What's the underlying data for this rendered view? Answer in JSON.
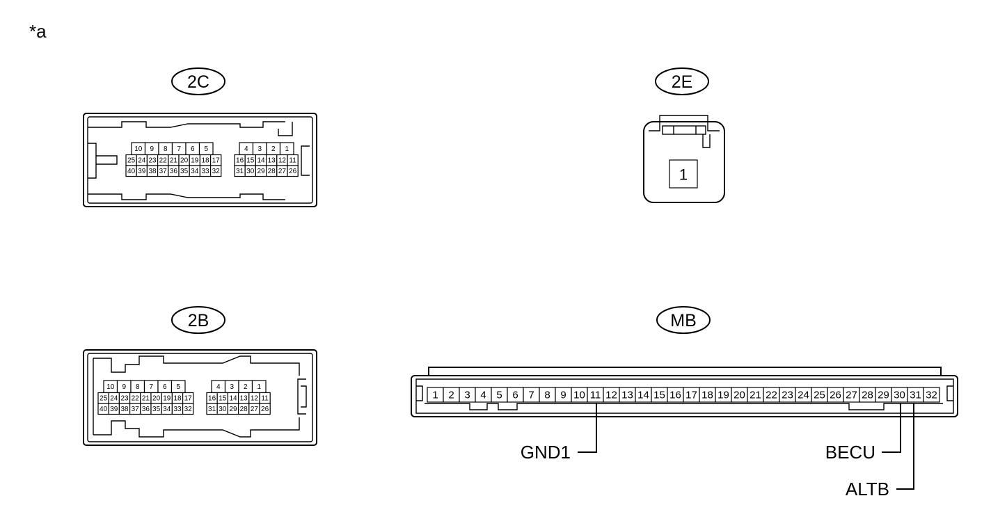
{
  "figure_mark": "*a",
  "connectors": {
    "c2C": {
      "id": "2C",
      "left_top": [
        "10",
        "9",
        "8",
        "7",
        "6",
        "5"
      ],
      "left_mid": [
        "25",
        "24",
        "23",
        "22",
        "21",
        "20",
        "19",
        "18",
        "17"
      ],
      "left_bot": [
        "40",
        "39",
        "38",
        "37",
        "36",
        "35",
        "34",
        "33",
        "32"
      ],
      "right_top": [
        "4",
        "3",
        "2",
        "1"
      ],
      "right_mid": [
        "16",
        "15",
        "14",
        "13",
        "12",
        "11"
      ],
      "right_bot": [
        "31",
        "30",
        "29",
        "28",
        "27",
        "26"
      ]
    },
    "c2E": {
      "id": "2E",
      "pins": [
        "1"
      ]
    },
    "c2B": {
      "id": "2B",
      "left_top": [
        "10",
        "9",
        "8",
        "7",
        "6",
        "5"
      ],
      "left_mid": [
        "25",
        "24",
        "23",
        "22",
        "21",
        "20",
        "19",
        "18",
        "17"
      ],
      "left_bot": [
        "40",
        "39",
        "38",
        "37",
        "36",
        "35",
        "34",
        "33",
        "32"
      ],
      "right_top": [
        "4",
        "3",
        "2",
        "1"
      ],
      "right_mid": [
        "16",
        "15",
        "14",
        "13",
        "12",
        "11"
      ],
      "right_bot": [
        "31",
        "30",
        "29",
        "28",
        "27",
        "26"
      ]
    },
    "cMB": {
      "id": "MB",
      "pins": [
        "1",
        "2",
        "3",
        "4",
        "5",
        "6",
        "7",
        "8",
        "9",
        "10",
        "11",
        "12",
        "13",
        "14",
        "15",
        "16",
        "17",
        "18",
        "19",
        "20",
        "21",
        "22",
        "23",
        "24",
        "25",
        "26",
        "27",
        "28",
        "29",
        "30",
        "31",
        "32"
      ],
      "terminals": [
        {
          "pin": "11",
          "name": "GND1"
        },
        {
          "pin": "30",
          "name": "BECU"
        },
        {
          "pin": "31",
          "name": "ALTB"
        }
      ]
    }
  }
}
